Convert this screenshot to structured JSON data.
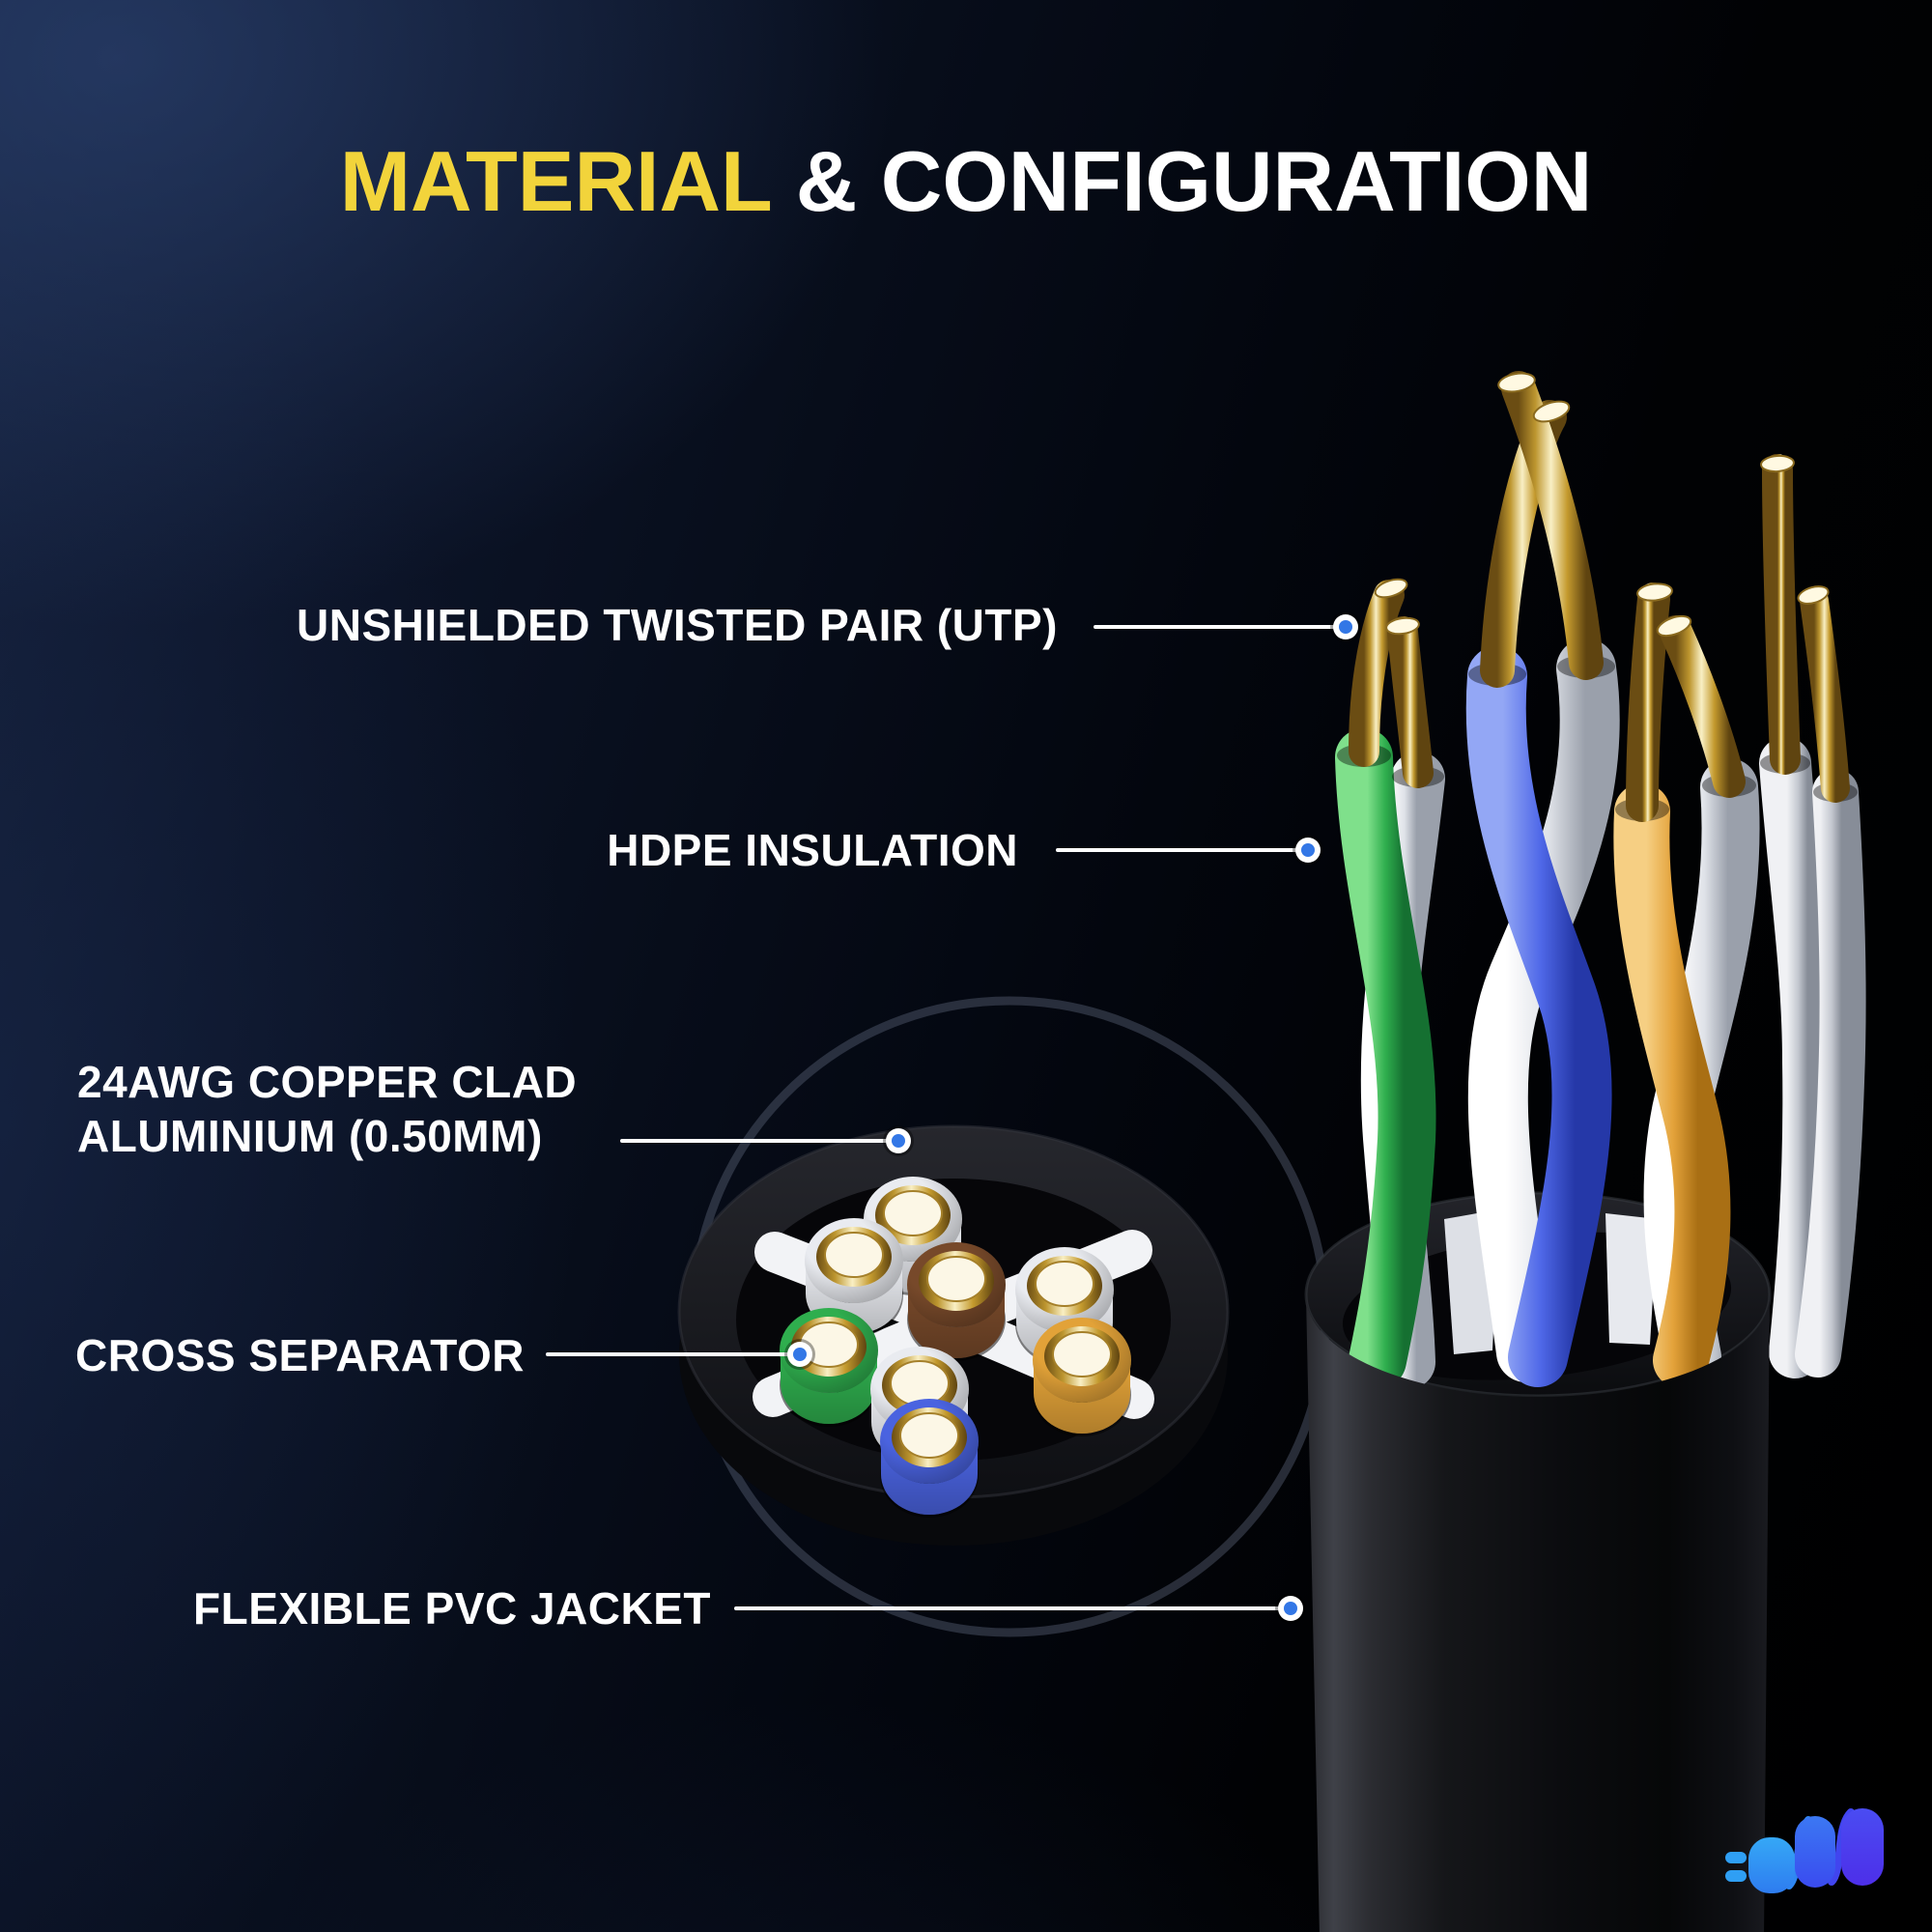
{
  "title": {
    "highlight": "MATERIAL",
    "rest": "& CONFIGURATION"
  },
  "callouts": {
    "utp": {
      "label": "UNSHIELDED TWISTED PAIR (UTP)"
    },
    "hdpe": {
      "label": "HDPE INSULATION"
    },
    "awg": {
      "label_line1": "24AWG COPPER CLAD",
      "label_line2": "ALUMINIUM (0.50MM)"
    },
    "cross": {
      "label": "CROSS SEPARATOR"
    },
    "pvc": {
      "label": "FLEXIBLE PVC JACKET"
    }
  },
  "diagram": {
    "subject": "cat6-ethernet-cable-cutaway",
    "twisted_pairs": [
      "green-white",
      "blue-white",
      "orange-white",
      "brown-white"
    ],
    "cross_section_wires": [
      "white",
      "brown",
      "white",
      "green",
      "white",
      "orange",
      "white",
      "blue"
    ]
  },
  "colors": {
    "background_navy": "#15213D",
    "title_yellow": "#F2D43B",
    "text_white": "#FFFFFF",
    "callout_dot_blue": "#3377E6",
    "wire_green": "#2FAE4E",
    "wire_blue": "#4A63E0",
    "wire_orange": "#E2A238",
    "wire_brown": "#77492A",
    "wire_white": "#E9EBF0",
    "conductor_gold": "#C9A23C",
    "jacket_black": "#0B0C10",
    "logo_blue_light": "#2F9FF4",
    "logo_blue_indigo": "#4A34EC"
  },
  "logo": {
    "icon_name": "ascending-blue-bars-logo"
  }
}
